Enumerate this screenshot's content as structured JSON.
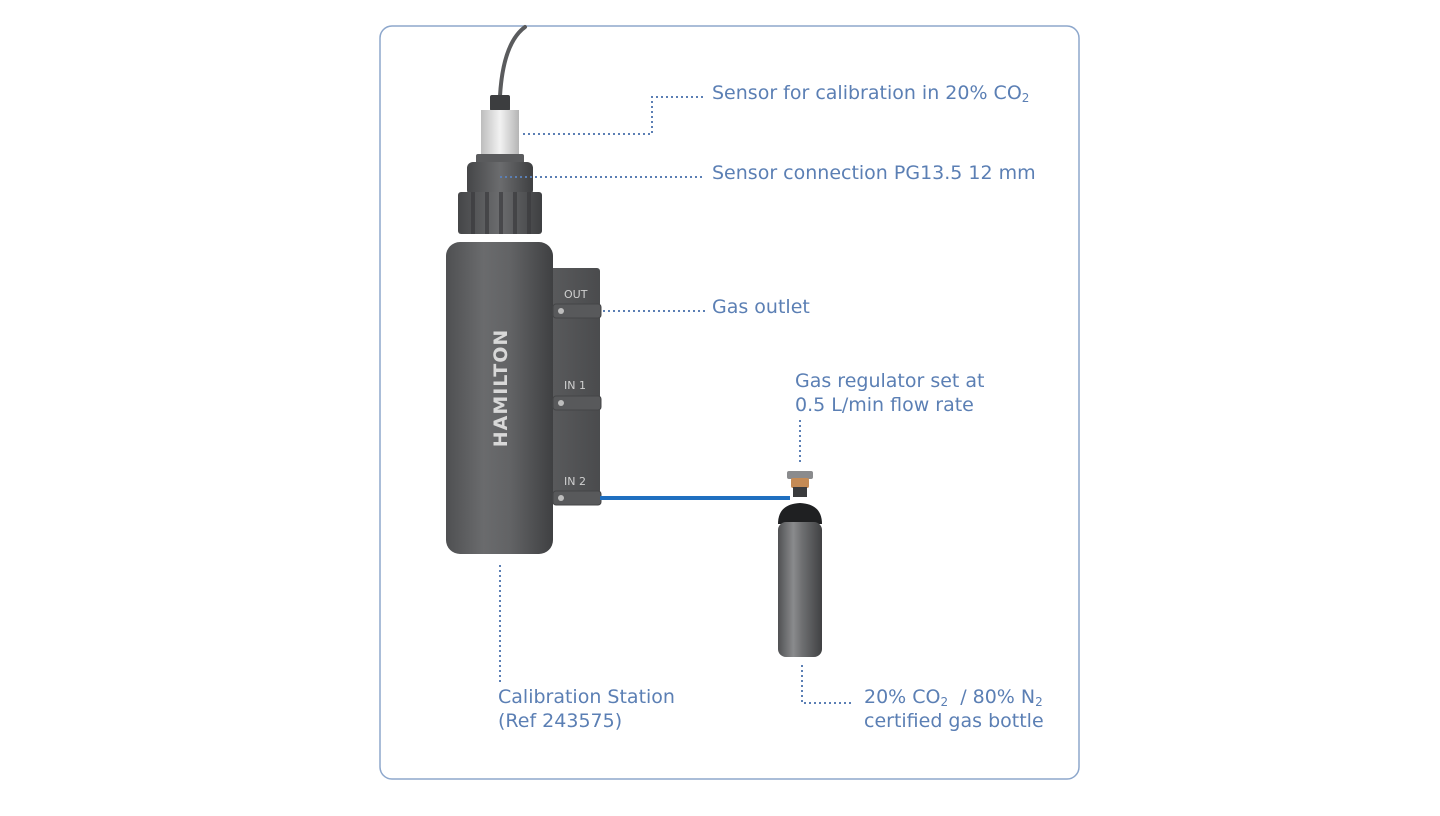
{
  "labels": {
    "sensor_cal_prefix": "Sensor for calibration in 20% CO",
    "sensor_cal_sub": "2",
    "sensor_connection": "Sensor connection PG13.5 12 mm",
    "gas_outlet": "Gas outlet",
    "gas_regulator_line1": "Gas regulator set at",
    "gas_regulator_line2": "0.5 L/min flow rate",
    "calibration_line1": "Calibration Station",
    "calibration_line2": "(Ref 243575)",
    "bottle_co2": "20% CO",
    "bottle_co2_sub": "2",
    "bottle_n2": "/ 80% N",
    "bottle_n2_sub": "2",
    "bottle_line2": "certified gas bottle"
  },
  "station": {
    "brand": "HAMILTON",
    "port_out": "OUT",
    "port_in1": "IN 1",
    "port_in2": "IN 2"
  },
  "colors": {
    "label_blue": "#5b7fb4",
    "frame_blue": "#8da7cc",
    "hose_blue": "#1f6fc0",
    "body_gray": "#5d5e60",
    "valve_copper": "#c58b55"
  }
}
